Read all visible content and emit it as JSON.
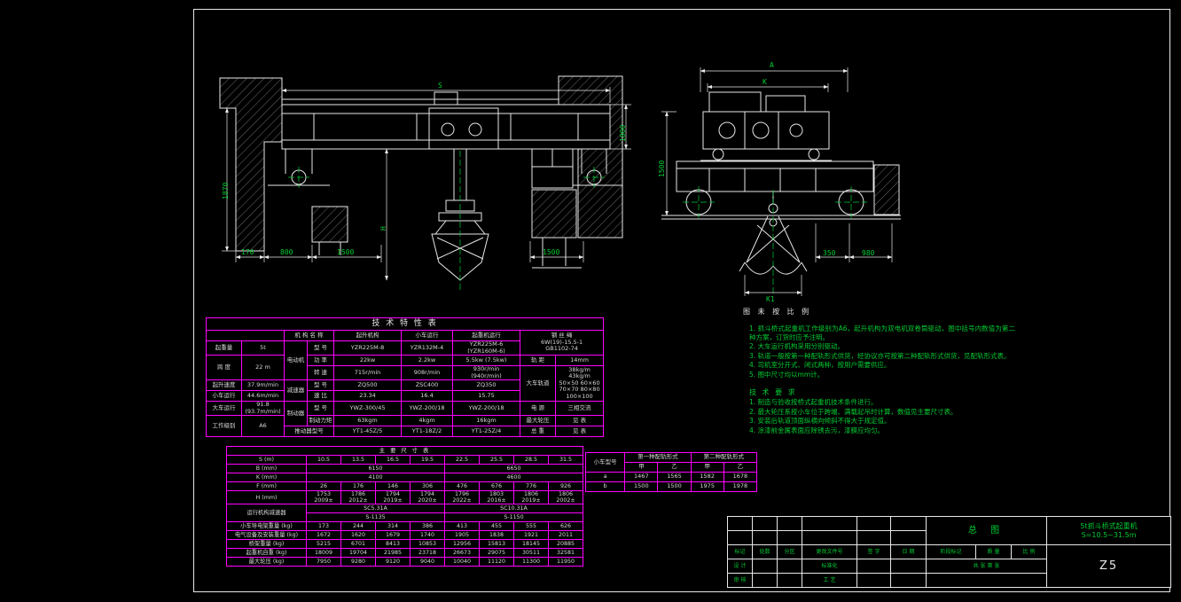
{
  "colors": {
    "background": "#000000",
    "lines": "#e8e8e8",
    "dimension_text": "#00cc33",
    "table_border": "#ff00ff"
  },
  "captions": {
    "side_view": "图 未 按 比 例"
  },
  "dims": {
    "front_span": "S",
    "front_left_height": "1870",
    "front_seg1": "170",
    "front_seg2": "800",
    "front_seg3": "1500",
    "front_seg4": "1500",
    "front_hook": "H",
    "front_right_height": "1800",
    "side_a": "A",
    "side_k": "K",
    "side_k1": "K1",
    "side_seg1": "350",
    "side_seg2": "980",
    "side_left_height": "1500"
  },
  "tech_table": {
    "title": "技 术 特 性 表",
    "title_span": 9,
    "widths": [
      40,
      48,
      26,
      30,
      76,
      58,
      76,
      40,
      54
    ],
    "rows": [
      [
        {
          "t": "",
          "cs": 2
        },
        {
          "t": "机 构 名 称",
          "cs": 2
        },
        {
          "t": "起升机构"
        },
        {
          "t": "小车运行"
        },
        {
          "t": "起重机运行"
        },
        {
          "t": "钢 丝 绳\n6W(19)-15.5-1\nGB1102-74",
          "cs": 2,
          "rs": 2
        }
      ],
      [
        {
          "t": "起重量"
        },
        {
          "t": "5t"
        },
        {
          "t": "电动机",
          "rs": 3
        },
        {
          "t": "型 号"
        },
        {
          "t": "YZR225M-8"
        },
        {
          "t": "YZR132M-4"
        },
        {
          "t": "YZR225M-6\n(YZR160M-6)"
        }
      ],
      [
        {
          "t": "跨 度",
          "rs": 2
        },
        {
          "t": "22 m",
          "rs": 2
        },
        {
          "t": "功 率"
        },
        {
          "t": "22kw"
        },
        {
          "t": "2.2kw"
        },
        {
          "t": "5.5kw (7.5kw)"
        },
        {
          "t": "轨 距"
        },
        {
          "t": "14mm"
        }
      ],
      [
        {
          "t": "转 速"
        },
        {
          "t": "715r/min"
        },
        {
          "t": "908r/min"
        },
        {
          "t": "930r/min\n(940r/min)"
        },
        {
          "t": "大车轨道",
          "rs": 3
        },
        {
          "t": "38kg/m 43kg/m\n50×50 60×60\n70×70 80×80\n100×100",
          "rs": 3
        }
      ],
      [
        {
          "t": "起升速度"
        },
        {
          "t": "37.9m/min"
        },
        {
          "t": "减速器",
          "rs": 2
        },
        {
          "t": "型 号"
        },
        {
          "t": "ZQ500"
        },
        {
          "t": "ZSC400"
        },
        {
          "t": "ZQ350"
        }
      ],
      [
        {
          "t": "小车运行"
        },
        {
          "t": "44.6m/min"
        },
        {
          "t": "速 比"
        },
        {
          "t": "23.34"
        },
        {
          "t": "16.4"
        },
        {
          "t": "15.75"
        }
      ],
      [
        {
          "t": "大车运行"
        },
        {
          "t": "91.8\n(93.7m/min)"
        },
        {
          "t": "制动器",
          "rs": 2
        },
        {
          "t": "型 号"
        },
        {
          "t": "YWZ-300/45"
        },
        {
          "t": "YWZ-200/18"
        },
        {
          "t": "YWZ-200/18"
        },
        {
          "t": "电 源"
        },
        {
          "t": "三相交流"
        }
      ],
      [
        {
          "t": "工作级别",
          "rs": 2
        },
        {
          "t": "A6",
          "rs": 2
        },
        {
          "t": "制动力矩"
        },
        {
          "t": "63kgm"
        },
        {
          "t": "4kgm"
        },
        {
          "t": "16kgm"
        },
        {
          "t": "最大轮压"
        },
        {
          "t": "见 表"
        }
      ],
      [
        {
          "t": "推动器型号",
          "cs": 2
        },
        {
          "t": "YT1-45Z/5"
        },
        {
          "t": "YT1-18Z/2"
        },
        {
          "t": "YT1-25Z/4"
        },
        {
          "t": "总 重"
        },
        {
          "t": "见 表"
        }
      ]
    ]
  },
  "dims_table": {
    "title": "主 要 尺 寸 表",
    "title_span": 9,
    "widths": [
      90,
      39,
      39,
      39,
      39,
      39,
      39,
      39,
      39
    ],
    "rows": [
      [
        {
          "t": "S (m)"
        },
        {
          "t": "10.5"
        },
        {
          "t": "13.5"
        },
        {
          "t": "16.5"
        },
        {
          "t": "19.5"
        },
        {
          "t": "22.5"
        },
        {
          "t": "25.5"
        },
        {
          "t": "28.5"
        },
        {
          "t": "31.5"
        }
      ],
      [
        {
          "t": "B (mm)"
        },
        {
          "t": "6150",
          "cs": 4
        },
        {
          "t": "6650",
          "cs": 4
        }
      ],
      [
        {
          "t": "K (mm)"
        },
        {
          "t": "4100",
          "cs": 4
        },
        {
          "t": "4600",
          "cs": 4
        }
      ],
      [
        {
          "t": "F (mm)"
        },
        {
          "t": "26"
        },
        {
          "t": "176"
        },
        {
          "t": "146"
        },
        {
          "t": "306"
        },
        {
          "t": "476"
        },
        {
          "t": "676"
        },
        {
          "t": "776"
        },
        {
          "t": "926"
        }
      ],
      [
        {
          "t": "H (mm)"
        },
        {
          "t": "1753\n2009±"
        },
        {
          "t": "1786\n2012±"
        },
        {
          "t": "1794\n2019±"
        },
        {
          "t": "1794\n2020±"
        },
        {
          "t": "1796\n2022±"
        },
        {
          "t": "1803\n2016±"
        },
        {
          "t": "1806\n2019±"
        },
        {
          "t": "1806\n2002±"
        }
      ],
      [
        {
          "t": "运行机构减速器",
          "rs": 2
        },
        {
          "t": "SC5.31A",
          "cs": 4
        },
        {
          "t": "SC10.31A",
          "cs": 4
        }
      ],
      [
        {
          "t": "S-1135",
          "cs": 4
        },
        {
          "t": "S-1150",
          "cs": 4
        }
      ],
      [
        {
          "t": "小车导电架重量 (kg)"
        },
        {
          "t": "173"
        },
        {
          "t": "244"
        },
        {
          "t": "314"
        },
        {
          "t": "386"
        },
        {
          "t": "413"
        },
        {
          "t": "455"
        },
        {
          "t": "555"
        },
        {
          "t": "626"
        }
      ],
      [
        {
          "t": "电气设备及安装重量 (kg)"
        },
        {
          "t": "1672"
        },
        {
          "t": "1620"
        },
        {
          "t": "1679"
        },
        {
          "t": "1740"
        },
        {
          "t": "1905"
        },
        {
          "t": "1838"
        },
        {
          "t": "1921"
        },
        {
          "t": "2011"
        }
      ],
      [
        {
          "t": "桥架重量 (kg)"
        },
        {
          "t": "5215"
        },
        {
          "t": "6701"
        },
        {
          "t": "8413"
        },
        {
          "t": "10853"
        },
        {
          "t": "12956"
        },
        {
          "t": "15813"
        },
        {
          "t": "18145"
        },
        {
          "t": "20885"
        }
      ],
      [
        {
          "t": "起重机自重 (kg)"
        },
        {
          "t": "18009"
        },
        {
          "t": "19704"
        },
        {
          "t": "21985"
        },
        {
          "t": "23718"
        },
        {
          "t": "26673"
        },
        {
          "t": "29075"
        },
        {
          "t": "30511"
        },
        {
          "t": "32581"
        }
      ],
      [
        {
          "t": "最大轮压 (kg)"
        },
        {
          "t": "7950"
        },
        {
          "t": "9280"
        },
        {
          "t": "9120"
        },
        {
          "t": "9040"
        },
        {
          "t": "10040"
        },
        {
          "t": "11120"
        },
        {
          "t": "11300"
        },
        {
          "t": "11950"
        }
      ]
    ]
  },
  "rail_table": {
    "widths": [
      44,
      37,
      37,
      37,
      37
    ],
    "rows": [
      [
        {
          "t": "小车型号",
          "rs": 2
        },
        {
          "t": "第一种配轨形式",
          "cs": 2
        },
        {
          "t": "第二种配轨形式",
          "cs": 2
        }
      ],
      [
        {
          "t": "甲"
        },
        {
          "t": "乙"
        },
        {
          "t": "甲"
        },
        {
          "t": "乙"
        }
      ],
      [
        {
          "t": "a"
        },
        {
          "t": "1467"
        },
        {
          "t": "1565"
        },
        {
          "t": "1582"
        },
        {
          "t": "1678"
        }
      ],
      [
        {
          "t": "b"
        },
        {
          "t": "1500"
        },
        {
          "t": "1500"
        },
        {
          "t": "1975"
        },
        {
          "t": "1978"
        }
      ]
    ]
  },
  "notes": {
    "block1": {
      "lines": [
        "1. 抓斗桥式起重机工作级别为A6，起升机构为双电机双卷筒驱动，图中括号内数值为第二种方案，订货时应予注明。",
        "2. 大车运行机构采用分别驱动。",
        "3. 轨道一般按第一种配轨形式供货，经协议亦可按第二种配轨形式供货，见配轨形式表。",
        "4. 司机室分开式、闭式两种，按用户需要供应。",
        "5. 图中尺寸均以mm计。"
      ]
    },
    "block2": {
      "title": "技 术 要 求",
      "lines": [
        "1. 制造与验收按桥式起重机技术条件进行。",
        "2. 最大轮压系按小车位于跨端、满载起吊时计算，数值见主要尺寸表。",
        "3. 安装后轨道顶面纵横向倾斜不得大于规定值。",
        "4. 涂漆前金属表面应除锈去污，漆膜应均匀。"
      ]
    }
  },
  "title_block_table": {
    "cls": "tb",
    "widths": [
      28,
      28,
      28,
      62,
      38,
      40,
      56,
      40,
      40,
      140
    ],
    "rows": [
      [
        {
          "t": ""
        },
        {
          "t": ""
        },
        {
          "t": ""
        },
        {
          "t": ""
        },
        {
          "t": ""
        },
        {
          "t": ""
        },
        {
          "t": "总 图",
          "cs": 3,
          "rs": 2,
          "cls": "tb-proj"
        },
        {
          "t": "5t抓斗桥式起重机\nS=10.5~31.5m",
          "rs": 2,
          "cls": "tb-name"
        }
      ],
      [
        {
          "t": ""
        },
        {
          "t": ""
        },
        {
          "t": ""
        },
        {
          "t": ""
        },
        {
          "t": ""
        },
        {
          "t": ""
        }
      ],
      [
        {
          "t": "标记"
        },
        {
          "t": "处数"
        },
        {
          "t": "分区"
        },
        {
          "t": "更改文件号"
        },
        {
          "t": "签 字"
        },
        {
          "t": "日 期"
        },
        {
          "t": "阶段标记"
        },
        {
          "t": "质 量"
        },
        {
          "t": "比 例"
        },
        {
          "t": "Z5",
          "rs": 3,
          "cls": "tb-no"
        }
      ],
      [
        {
          "t": "设 计"
        },
        {
          "t": ""
        },
        {
          "t": ""
        },
        {
          "t": "标准化"
        },
        {
          "t": ""
        },
        {
          "t": ""
        },
        {
          "t": "共  张  第  张",
          "cs": 3
        }
      ],
      [
        {
          "t": "审 核"
        },
        {
          "t": ""
        },
        {
          "t": ""
        },
        {
          "t": "工 艺"
        },
        {
          "t": ""
        },
        {
          "t": ""
        },
        {
          "t": "",
          "cs": 3
        }
      ]
    ]
  }
}
